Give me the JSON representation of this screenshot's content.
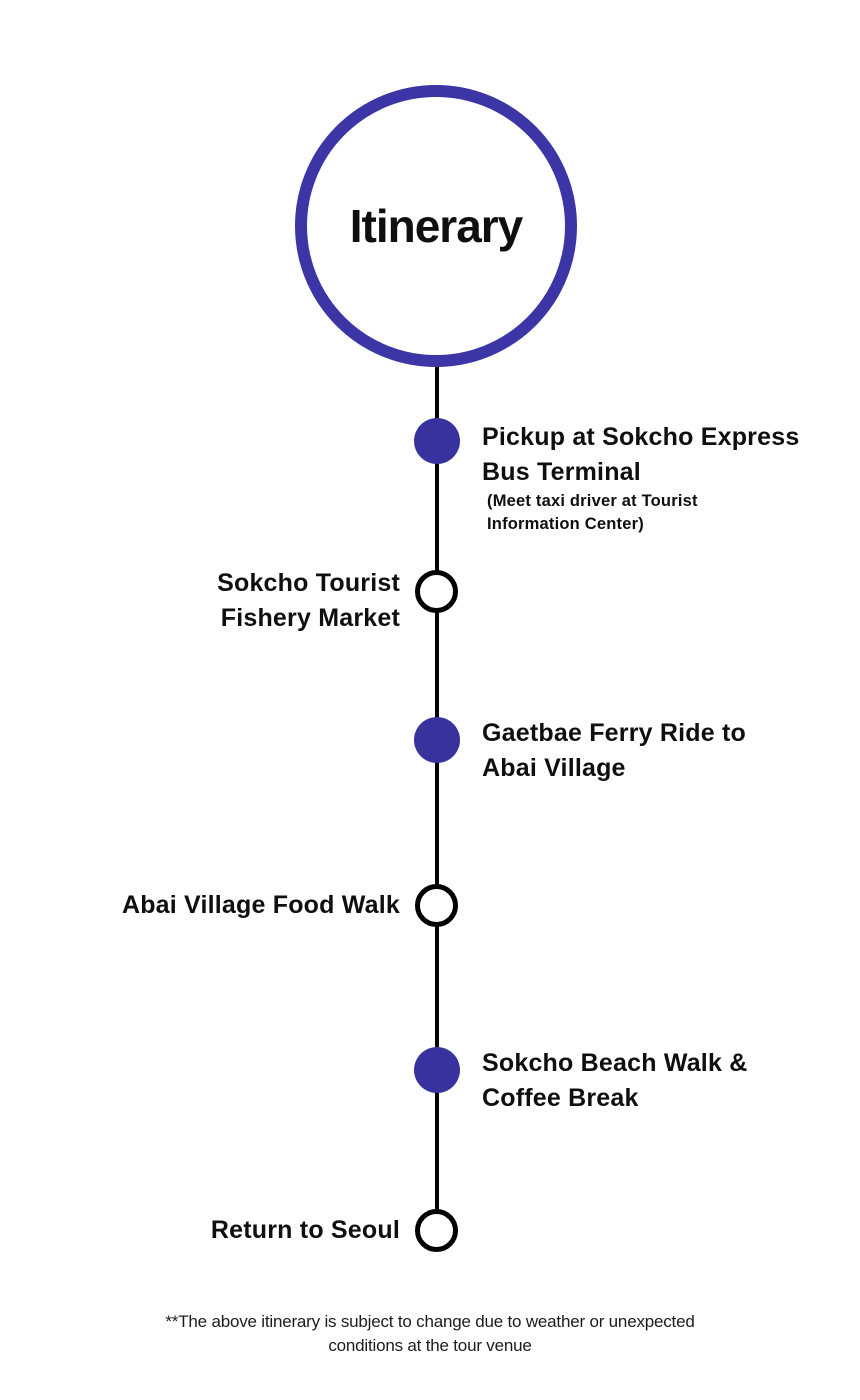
{
  "colors": {
    "ring": "#3b35a5",
    "node_fill": "#38329e",
    "line": "#000000",
    "text": "#0f0f0f",
    "background": "#ffffff"
  },
  "header": {
    "title": "Itinerary"
  },
  "timeline": {
    "stops": [
      {
        "title": "Pickup at Sokcho Express\nBus Terminal",
        "note": "(Meet taxi driver at Tourist\nInformation Center)",
        "side": "right",
        "marker": "filled-indigo"
      },
      {
        "title": "Sokcho Tourist\nFishery Market",
        "note": "",
        "side": "left",
        "marker": "outline-white"
      },
      {
        "title": "Gaetbae Ferry Ride to\nAbai Village",
        "note": "",
        "side": "right",
        "marker": "filled-indigo"
      },
      {
        "title": "Abai Village Food Walk",
        "note": "",
        "side": "left",
        "marker": "outline-white"
      },
      {
        "title": "Sokcho Beach Walk &\nCoffee Break",
        "note": "",
        "side": "right",
        "marker": "filled-indigo"
      },
      {
        "title": "Return to Seoul",
        "note": "",
        "side": "left",
        "marker": "outline-white"
      }
    ]
  },
  "footer": {
    "disclaimer": "**The above itinerary is subject to change due to weather or unexpected\nconditions at the tour venue"
  }
}
